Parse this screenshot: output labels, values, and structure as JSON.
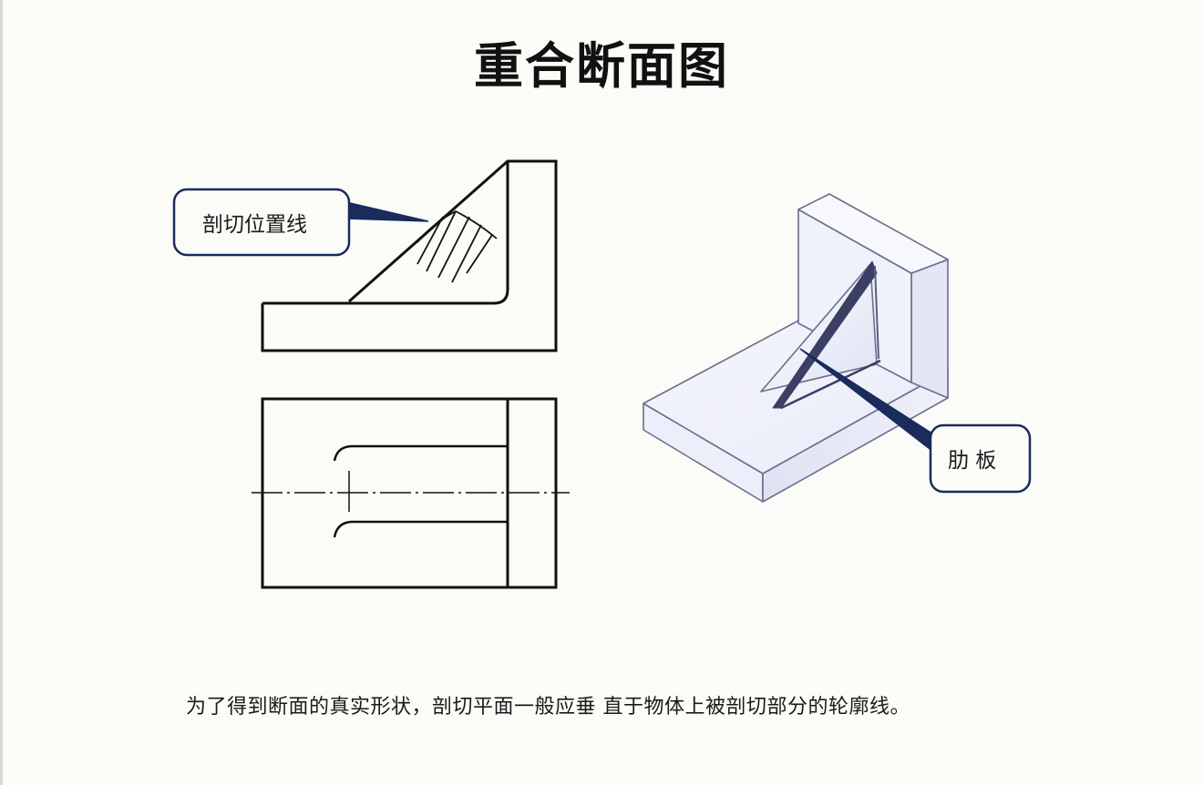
{
  "title": "重合断面图",
  "callouts": {
    "cutting_plane_line": "剖切位置线",
    "rib": "肋 板"
  },
  "caption": "为了得到断面的真实形状，剖切平面一般应垂 直于物体上被剖切部分的轮廓线。",
  "colors": {
    "background": "#fbfbf7",
    "line": "#111111",
    "leader": "#1a2b5c",
    "model_face": "#eef0fb",
    "model_edge": "#6b6f8a"
  }
}
